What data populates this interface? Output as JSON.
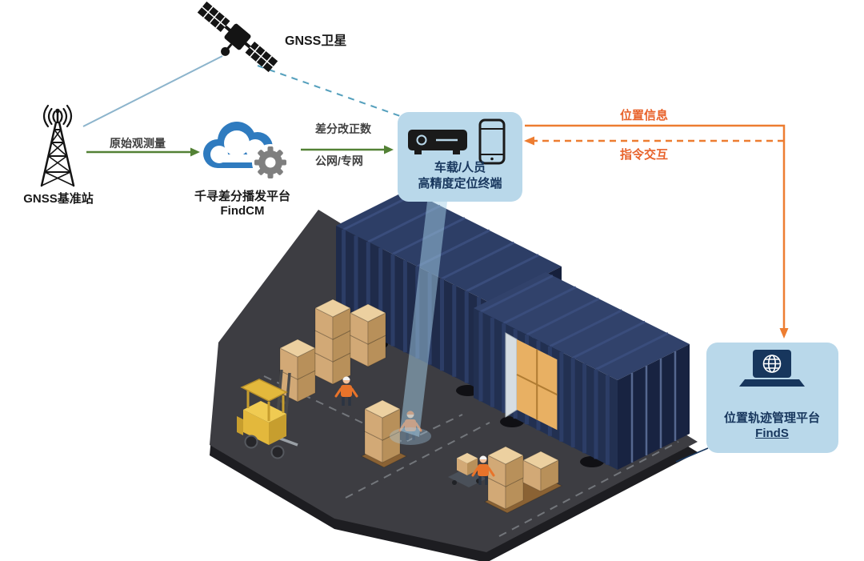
{
  "diagram": {
    "background_color": "#ffffff",
    "accent_colors": {
      "bubble_blue": "#b9d8ea",
      "navy_text": "#17365d",
      "green_flow": "#538135",
      "orange_flow": "#ed7d31",
      "orange_text": "#e8632c",
      "satellite_link_solid": "#8cb4cc",
      "satellite_link_dashed": "#55a0bd",
      "cloud_blue": "#2f7bbf",
      "gear_gray": "#7f7f7f"
    },
    "nodes": {
      "satellite": {
        "label": "GNSS卫星",
        "icon": "satellite-icon"
      },
      "base_station": {
        "label": "GNSS基准站",
        "icon": "radio-tower-icon"
      },
      "cloud_platform": {
        "name": "千寻差分播发平台",
        "product": "FindCM",
        "icon": "cloud-gear-icon"
      },
      "terminal": {
        "line1": "车载/人员",
        "line2": "高精度定位终端",
        "icons": [
          "vehicle-terminal-icon",
          "smartphone-icon"
        ]
      },
      "management_platform": {
        "name": "位置轨迹管理平台",
        "product": "FindS",
        "icon": "laptop-globe-icon"
      }
    },
    "flows": {
      "raw_observation": {
        "label": "原始观测量",
        "color": "#538135"
      },
      "correction": {
        "line1": "差分改正数",
        "line2": "公网/专网",
        "color": "#538135"
      },
      "position_info": {
        "label": "位置信息",
        "color": "#ed7d31"
      },
      "command_interaction": {
        "label": "指令交互",
        "color": "#ed7d31"
      }
    }
  }
}
